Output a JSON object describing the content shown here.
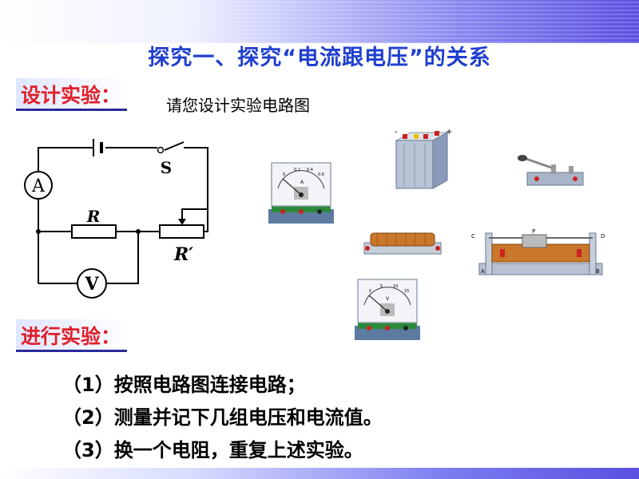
{
  "title": "探究一、探究“电流跟电压”的关系",
  "design_label": "设计实验：",
  "design_subtitle": "请您设计实验电路图",
  "conduct_label": "进行实验：",
  "steps": [
    "（1）按照电路图连接电路；",
    "（2）测量并记下几组电压和电流值。",
    "（3）换一个电阻，重复上述实验。"
  ],
  "circuit": {
    "ammeter": "A",
    "voltmeter": "V",
    "switch": "S",
    "resistor": "R",
    "rheostat": "R′"
  },
  "meter_a": {
    "scale": [
      "0",
      "0.2",
      "0.4",
      "0.6"
    ],
    "unit": "A"
  },
  "meter_v": {
    "scale": [
      "0",
      "5",
      "10",
      "15"
    ],
    "unit": "V"
  },
  "rheostat_letters": {
    "c": "C",
    "d": "D",
    "a": "A",
    "b": "B",
    "p": "P"
  },
  "battery_signs": {
    "minus": "-",
    "plus": "+"
  },
  "colors": {
    "title": "#1f3fd0",
    "label": "#e0202a",
    "band": "#5a4fe0"
  }
}
